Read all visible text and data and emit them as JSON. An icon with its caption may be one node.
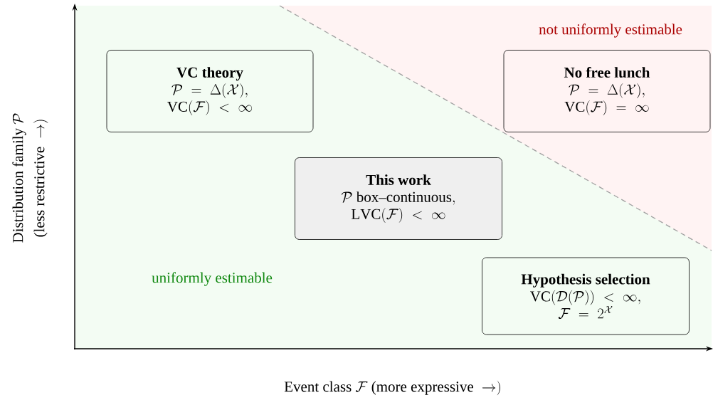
{
  "diagram": {
    "nodes": [
      {
        "text": [
          "VC theory",
          "\\mathcal{P}\\;=\\;\\Delta(\\mathcal{X}),",
          "\\mathrm{VC}(\\mathcal{F})\\;<\\;\\infty"
        ]
      },
      {
        "text": [
          "No free lunch",
          "\\mathcal{P}\\;=\\;\\Delta(\\mathcal{X}),",
          "\\mathrm{VC}(\\mathcal{F})\\;=\\;\\infty"
        ]
      },
      {
        "text": [
          "This work",
          "\\mathcal{P}\\ \\mbox{box–continuous},",
          "\\mathrm{LVC}(\\mathcal{F})\\;<\\;\\infty"
        ]
      },
      {
        "text": [
          "Hypothesis selection",
          "\\mathrm{VC}(\\mathcal{D}(\\mathcal{P}))\\;<\\;\\infty,",
          "\\mathcal{F}\\;=\\;2^{\\mathcal{X}}"
        ]
      }
    ],
    "labels": [
      "not uniformly estimable",
      "\\mbox{Distribution family }\\mathcal{P}",
      "\\mbox{(less restrictive }\\rightarrow)",
      "uniformly estimable",
      "\\mbox{Event class }\\mathcal{F}\\mbox{ (more expressive }\\rightarrow)"
    ]
  }
}
